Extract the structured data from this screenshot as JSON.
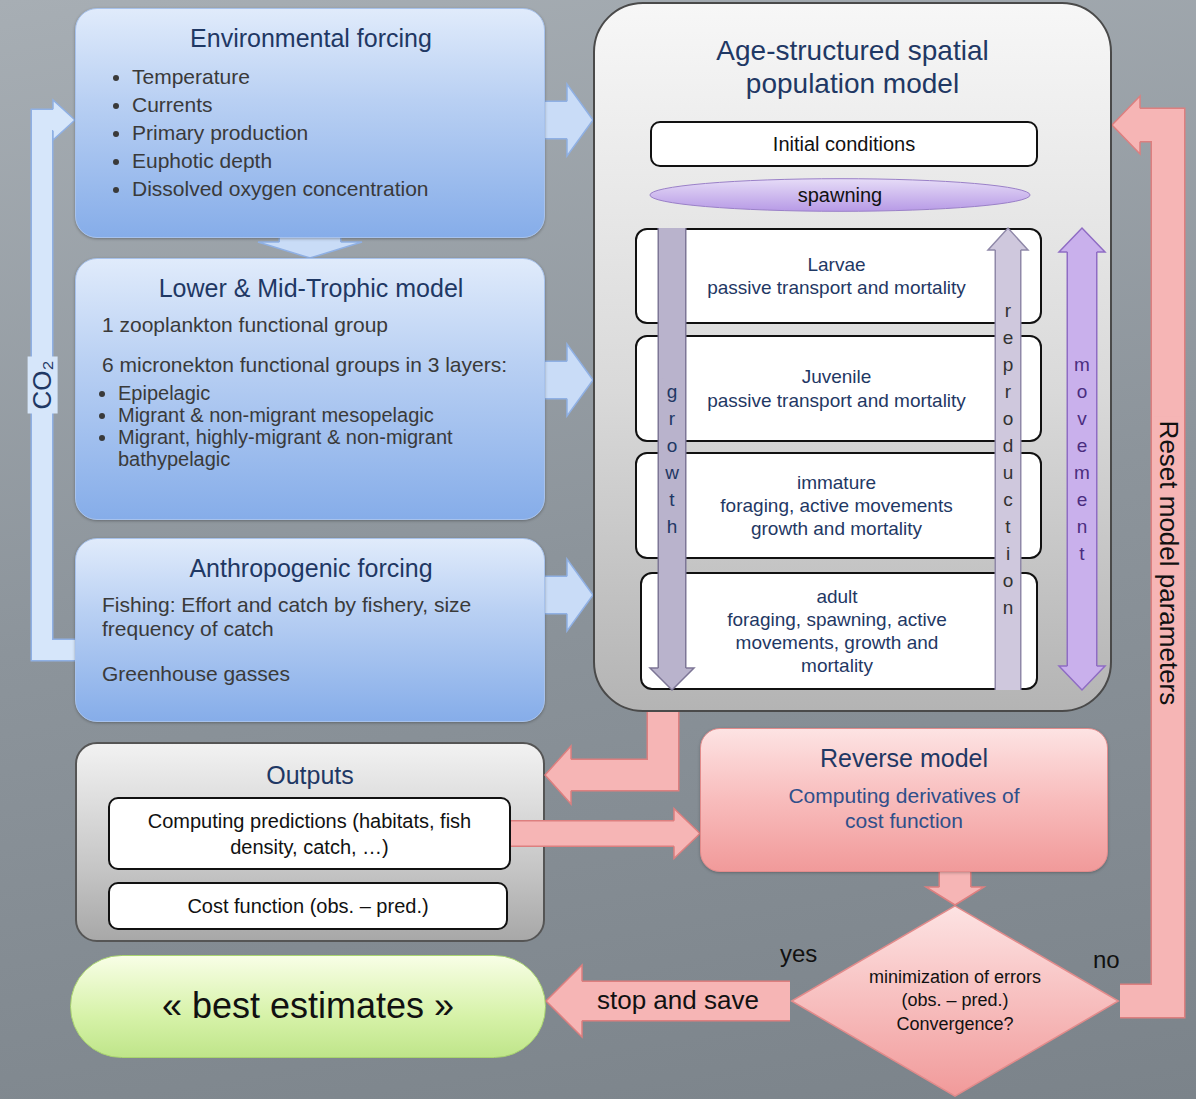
{
  "diagram": {
    "nodes": [
      {
        "text": [
          "Environmental forcing",
          "Temperature",
          "Currents",
          "Primary production",
          "Euphotic depth",
          "Dissolved oxygen concentration"
        ]
      },
      {
        "text": [
          "Lower & Mid-Trophic model",
          "1 zooplankton functional group",
          "6 micronekton functional groups in 3 layers:",
          "Epipelagic",
          "Migrant & non-migrant mesopelagic",
          "Migrant, highly-migrant & non-migrant bathypelagic"
        ]
      },
      {
        "text": [
          "Anthropogenic forcing",
          "Fishing: Effort and catch by fishery, size frequency of catch",
          "Greenhouse gasses"
        ]
      },
      {
        "text": [
          "Age-structured spatial population model"
        ]
      },
      {
        "text": [
          "Initial conditions"
        ],
        "in": 3
      },
      {
        "text": [
          "spawning"
        ],
        "in": 3
      },
      {
        "text": [
          "Larvae",
          "passive transport and mortality"
        ],
        "in": 3
      },
      {
        "text": [
          "Juvenile",
          "passive transport and mortality"
        ],
        "in": 3
      },
      {
        "text": [
          "immature",
          "foraging, active movements growth and mortality"
        ],
        "in": 3
      },
      {
        "text": [
          "adult",
          "foraging, spawning, active movements, growth and mortality"
        ],
        "in": 3
      },
      {
        "text": [
          "Outputs"
        ]
      },
      {
        "text": [
          "Computing predictions (habitats, fish density, catch, …)"
        ],
        "in": 10
      },
      {
        "text": [
          "Cost function (obs. – pred.)"
        ],
        "in": 10
      },
      {
        "text": [
          "Reverse model",
          "Computing derivatives of cost function"
        ]
      },
      {
        "text": [
          "minimization of errors (obs. – pred.) Convergence?"
        ]
      },
      {
        "text": [
          "« best estimates »"
        ]
      }
    ],
    "edges": [
      {
        "from": 0,
        "to": 1,
        "arrow": "to"
      },
      {
        "from": 0,
        "to": 3,
        "arrow": "to"
      },
      {
        "from": 1,
        "to": 3,
        "arrow": "to"
      },
      {
        "from": 2,
        "to": 3,
        "arrow": "to"
      },
      {
        "from": 2,
        "to": 0,
        "label": "CO₂",
        "arrow": "to"
      },
      {
        "from": 3,
        "to": 10,
        "arrow": "to"
      },
      {
        "from": 11,
        "to": 13,
        "arrow": "to"
      },
      {
        "from": 13,
        "to": 14,
        "arrow": "to"
      },
      {
        "from": 14,
        "to": 15,
        "label": "stop and save",
        "arrow": "to"
      },
      {
        "from": 14,
        "to": 3,
        "label": "Reset model parameters",
        "arrow": "to"
      },
      {
        "from": 6,
        "to": 9,
        "label": "growth",
        "arrow": "to"
      },
      {
        "from": 9,
        "to": 6,
        "label": "reproduction",
        "arrow": "to"
      },
      {
        "from": 6,
        "to": 9,
        "label": "movement",
        "arrow": "both"
      }
    ],
    "labels": [
      "yes",
      "no"
    ]
  }
}
